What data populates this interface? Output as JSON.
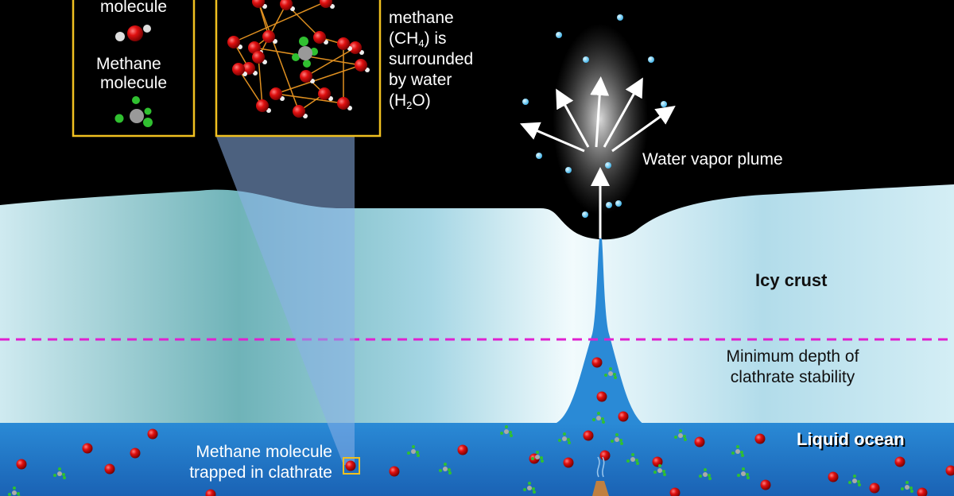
{
  "legend": {
    "water_label": "molecule",
    "methane_label_1": "Methane",
    "methane_label_2": "molecule"
  },
  "cage_caption": {
    "line1": "methane",
    "line2_pre": "(CH",
    "line2_sub": "4",
    "line2_post": ") is",
    "line3": "surrounded",
    "line4": "by water",
    "line5_pre": "(H",
    "line5_sub": "2",
    "line5_post": "O)"
  },
  "labels": {
    "plume": "Water vapor plume",
    "icy_crust": "Icy crust",
    "clathrate_1": "Minimum depth of",
    "clathrate_2": "clathrate stability",
    "ocean": "Liquid ocean",
    "trapped_1": "Methane molecule",
    "trapped_2": "trapped in clathrate"
  },
  "colors": {
    "space": "#000000",
    "ice": "#b8dfe8",
    "ocean": "#1f7fcf",
    "clathrate_line": "#e020d0",
    "box_outline": "#f0c020",
    "oxygen": "#e01010",
    "methane_h": "#30c030",
    "vapor": "#5cc8f0"
  }
}
